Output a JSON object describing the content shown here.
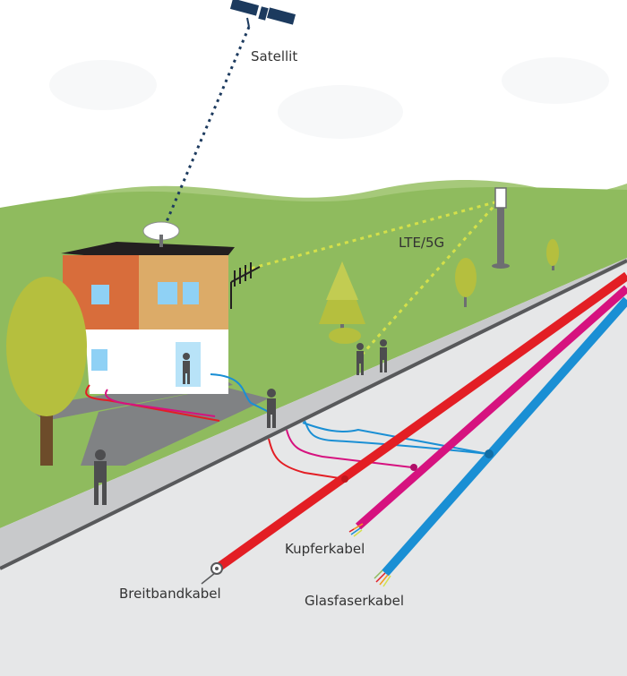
{
  "labels": {
    "satellite": "Satellit",
    "lte": "LTE/5G",
    "copper": "Kupferkabel",
    "broadband": "Breitbandkabel",
    "fiber": "Glasfaserkabel"
  },
  "colors": {
    "sky": "#ffffff",
    "hills": "#a6c97a",
    "meadow": "#8fbb5e",
    "road": "#e6e7e8",
    "sidewalk": "#c8c9cb",
    "curb": "#58595b",
    "broadband": "#e31e24",
    "copper": "#d6127f",
    "fiber": "#1a8fd4",
    "wireless": "#d4e04a",
    "satellite_link": "#1c3a5e"
  }
}
